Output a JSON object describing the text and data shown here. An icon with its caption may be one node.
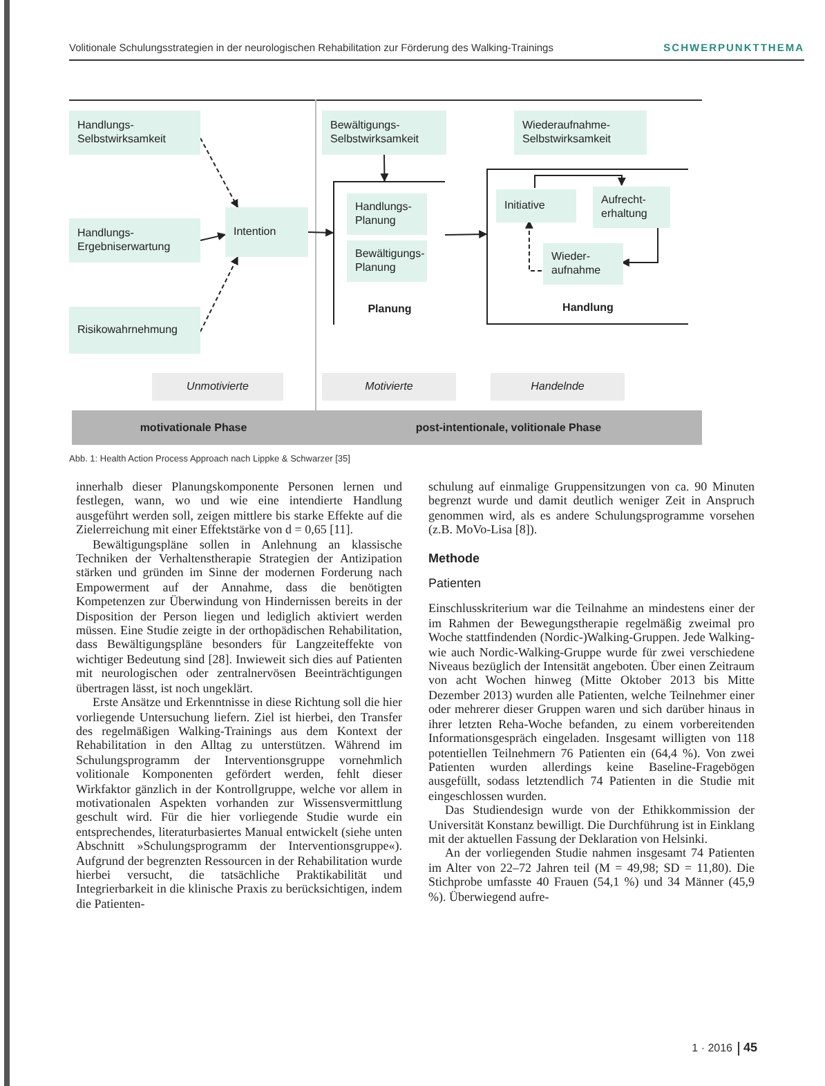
{
  "diagram": {
    "caption": "Abb. 1: Health Action Process Approach nach Lippke & Schwarzer [35]",
    "nodes": [
      {
        "text": [
          "Handlungs-Selbstwirksamkeit"
        ]
      },
      {
        "text": [
          "Handlungs-Ergebniserwartung"
        ]
      },
      {
        "text": [
          "Intention"
        ]
      },
      {
        "text": [
          "Risikowahrnehmung"
        ]
      },
      {
        "text": [
          "Bewältigungs-Selbstwirksamkeit"
        ]
      },
      {
        "text": [
          "Planung"
        ]
      },
      {
        "text": [
          "Handlungs-Planung"
        ],
        "in": 5
      },
      {
        "text": [
          "Bewältigungs-Planung"
        ],
        "in": 5
      },
      {
        "text": [
          "Wiederaufnahme-Selbstwirksamkeit"
        ]
      },
      {
        "text": [
          "Handlung"
        ]
      },
      {
        "text": [
          "Initiative"
        ],
        "in": 9
      },
      {
        "text": [
          "Aufrecht-erhaltung"
        ],
        "in": 9
      },
      {
        "text": [
          "Wieder-aufnahme"
        ],
        "in": 9
      },
      {
        "text": [
          "Unmotivierte"
        ]
      },
      {
        "text": [
          "Motivierte"
        ]
      },
      {
        "text": [
          "Handelnde"
        ]
      },
      {
        "text": [
          "motivationale Phase"
        ]
      },
      {
        "text": [
          "post-intentionale, volitionale Phase"
        ]
      }
    ],
    "edges": [
      {
        "from": 0,
        "to": 2,
        "arrow": "to",
        "style": "dashed"
      },
      {
        "from": 1,
        "to": 2,
        "arrow": "to"
      },
      {
        "from": 3,
        "to": 2,
        "arrow": "to",
        "style": "dashed"
      },
      {
        "from": 2,
        "to": 5,
        "arrow": "to"
      },
      {
        "from": 4,
        "to": 5,
        "arrow": "to"
      },
      {
        "from": 5,
        "to": 9,
        "arrow": "to"
      },
      {
        "from": 10,
        "to": 11,
        "arrow": "to"
      },
      {
        "from": 11,
        "to": 12,
        "arrow": "to"
      },
      {
        "from": 12,
        "to": 10,
        "arrow": "to",
        "style": "dashed"
      }
    ],
    "labels": [
      "Volitionale Schulungsstrategien in der neurologischen Rehabilitation zur Förderung des Walking-Trainings",
      "SCHWERPUNKTTHEMA",
      "innerhalb dieser Planungskomponente Personen lernen und festlegen, wann, wo und wie eine intendierte Handlung ausgeführt werden soll, zeigen mittlere bis starke Effekte auf die Zielerreichung mit einer Effektstärke von d = 0,65 [11].",
      "Bewältigungspläne sollen in Anlehnung an klassische Techniken der Verhaltenstherapie Strategien der Antizipation stärken und gründen im Sinne der modernen Forderung nach Empowerment auf der Annahme, dass die benötigten Kompetenzen zur Überwindung von Hindernissen bereits in der Disposition der Person liegen und lediglich aktiviert werden müssen. Eine Studie zeigte in der orthopädischen Rehabilitation, dass Bewältigungspläne besonders für Langzeiteffekte von wichtiger Bedeutung sind [28]. Inwieweit sich dies auf Patienten mit neurologischen oder zentralnervösen Beeinträchtigungen übertragen lässt, ist noch ungeklärt.",
      "Erste Ansätze und Erkenntnisse in diese Richtung soll die hier vorliegende Untersuchung liefern. Ziel ist hierbei, den Transfer des regelmäßigen Walking-Trainings aus dem Kontext der Rehabilitation in den Alltag zu unterstützen. Während im Schulungsprogramm der Interventionsgruppe vornehmlich volitionale Komponenten gefördert werden, fehlt dieser Wirkfaktor gänzlich in der Kontrollgruppe, welche vor allem in motivationalen Aspekten vorhanden zur Wissensvermittlung geschult wird. Für die hier vorliegende Studie wurde ein entsprechendes, literaturbasiertes Manual entwickelt (siehe unten Abschnitt »Schulungsprogramm der Interventionsgruppe«). Aufgrund der begrenzten Ressourcen in der Rehabilitation wurde hierbei versucht, die tatsächliche Praktikabilität und Integrierbarkeit in die klinische Praxis zu berücksichtigen, indem die Patienten-",
      "schulung auf einmalige Gruppensitzungen von ca. 90 Minuten begrenzt wurde und damit deutlich weniger Zeit in Anspruch genommen wird, als es andere Schulungsprogramme vorsehen (z.B. MoVo-Lisa [8]).",
      "Methode",
      "Patienten",
      "Einschlusskriterium war die Teilnahme an mindestens einer der im Rahmen der Bewegungstherapie regelmäßig zweimal pro Woche stattfindenden (Nordic-)Walking-Gruppen. Jede Walking- wie auch Nordic-Walking-Gruppe wurde für zwei verschiedene Niveaus bezüglich der Intensität angeboten. Über einen Zeitraum von acht Wochen hinweg (Mitte Oktober 2013 bis Mitte Dezember 2013) wurden alle Patienten, welche Teilnehmer einer oder mehrerer dieser Gruppen waren und sich darüber hinaus in ihrer letzten Reha-Woche befanden, zu einem vorbereitenden Informationsgespräch eingeladen. Insgesamt willigten von 118 potentiellen Teilnehmern 76 Patienten ein (64,4 %). Von zwei Patienten wurden allerdings keine Baseline-Fragebögen ausgefüllt, sodass letztendlich 74 Patienten in die Studie mit eingeschlossen wurden.",
      "Das Studiendesign wurde von der Ethikkommission der Universität Konstanz bewilligt. Die Durchführung ist in Einklang mit der aktuellen Fassung der Deklaration von Helsinki.",
      "An der vorliegenden Studie nahmen insgesamt 74 Patienten im Alter von 22–72 Jahren teil (M = 49,98; SD = 11,80). Die Stichprobe umfasste 40 Frauen (54,1 %) und 34 Männer (45,9 %). Überwiegend aufre-",
      "1 · 2016",
      "45"
    ]
  }
}
